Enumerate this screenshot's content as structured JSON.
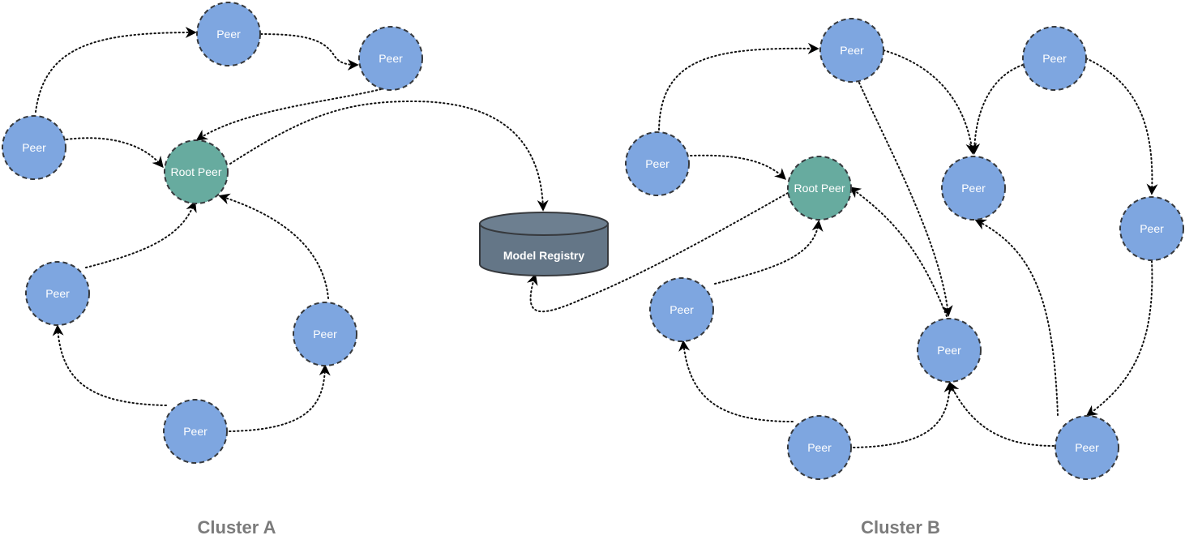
{
  "colors": {
    "peer_fill": "#7ea6e0",
    "root_fill": "#67ab9f",
    "node_stroke": "#36393d",
    "registry_fill": "#647687",
    "registry_top": "#6d7f90",
    "cluster_text": "#7b7b7b"
  },
  "cluster_a": {
    "label": "Cluster A",
    "root_peer": "Root Peer",
    "peers": [
      "Peer",
      "Peer",
      "Peer",
      "Peer",
      "Peer",
      "Peer"
    ]
  },
  "registry": {
    "label": "Model Registry"
  },
  "cluster_b": {
    "label": "Cluster B",
    "root_peer": "Root Peer",
    "peers": [
      "Peer",
      "Peer",
      "Peer",
      "Peer",
      "Peer",
      "Peer",
      "Peer",
      "Peer",
      "Peer"
    ]
  }
}
